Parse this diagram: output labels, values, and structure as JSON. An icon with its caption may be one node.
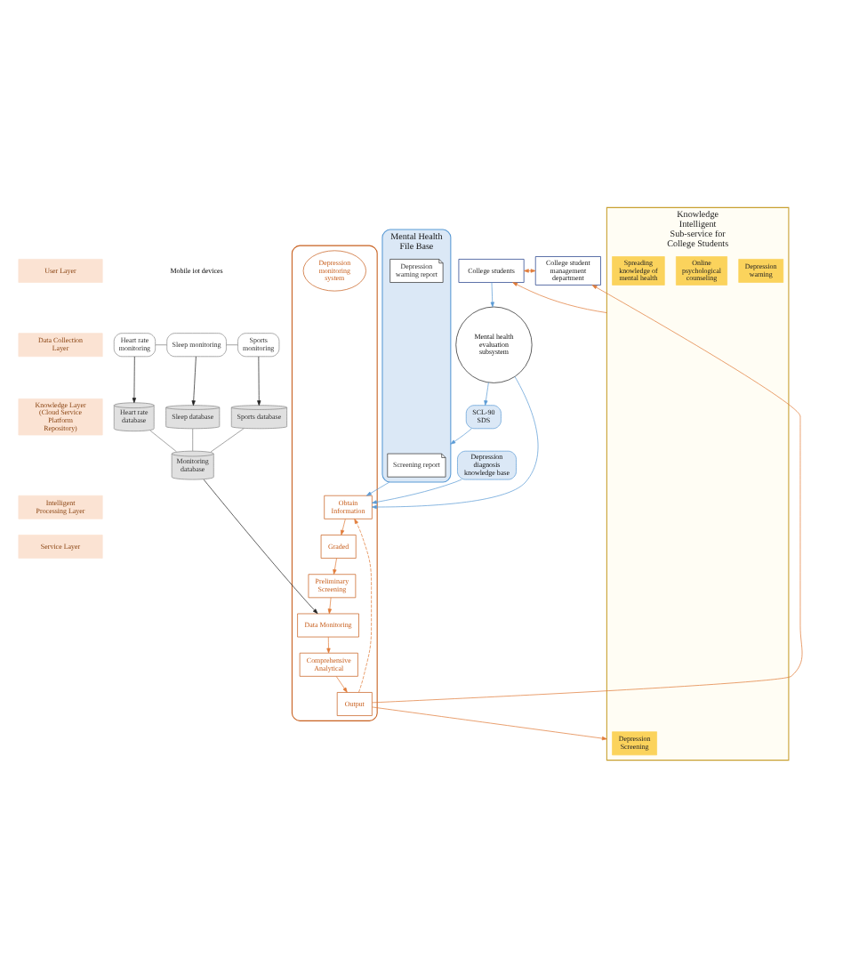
{
  "diagram": {
    "nodes": [
      {
        "text": [
          "User Layer"
        ]
      },
      {
        "text": [
          "College student management department"
        ]
      },
      {
        "text": [
          "College students"
        ]
      },
      {
        "text": [
          "Data Collection Layer"
        ]
      },
      {
        "text": [
          "Heart rate monitoring"
        ]
      },
      {
        "text": [
          "Sleep monitoring"
        ]
      },
      {
        "text": [
          "Sports monitoring"
        ]
      },
      {
        "text": [
          "Mental health evaluation subsystem"
        ]
      },
      {
        "text": [
          "SCL-90",
          "SDS"
        ]
      },
      {
        "text": [
          "Knowledge Layer (Cloud Service Platform Repository)"
        ]
      },
      {
        "text": [
          "Heart rate database"
        ]
      },
      {
        "text": [
          "Sleep database"
        ]
      },
      {
        "text": [
          "Sports database"
        ]
      },
      {
        "text": [
          "Monitoring database"
        ]
      },
      {
        "text": [
          "Depression diagnosis knowledge base"
        ]
      },
      {
        "text": [
          "Mental Health File Base"
        ]
      },
      {
        "text": [
          "Screening report"
        ],
        "in": 15
      },
      {
        "text": [
          "Depression warning report"
        ],
        "in": 15
      },
      {
        "text": [
          "Intelligent Processing Layer"
        ]
      },
      {
        "text": [],
        "shape": "ellipse"
      },
      {
        "text": [
          "Depression monitoring system"
        ],
        "in": 19
      },
      {
        "text": [
          "Preliminary Screening"
        ],
        "in": 19
      },
      {
        "text": [
          "Graded"
        ],
        "in": 19
      },
      {
        "text": [
          "Data Monitoring"
        ],
        "in": 19
      },
      {
        "text": [
          "Obtain Information"
        ],
        "in": 19
      },
      {
        "text": [
          "Comprehensive Analytical"
        ],
        "in": 19
      },
      {
        "text": [
          "Output"
        ],
        "in": 19
      },
      {
        "text": [
          "Service Layer"
        ]
      },
      {
        "text": [
          "Knowledge Intelligent Sub-service for College Students"
        ]
      },
      {
        "text": [
          "Depression Screening"
        ],
        "in": 28
      },
      {
        "text": [
          "Depression warning"
        ],
        "in": 28
      },
      {
        "text": [
          "Online psychological counseling"
        ],
        "in": 28
      },
      {
        "text": [
          "Spreading knowledge of mental health"
        ],
        "in": 28
      }
    ],
    "edges": [
      {
        "from": 1,
        "to": 2,
        "arrow": "both",
        "color": "#e07b39"
      },
      {
        "from": 2,
        "to": 7,
        "arrow": "to",
        "color": "#5b9bd5"
      },
      {
        "from": 7,
        "to": 8,
        "arrow": "to",
        "color": "#5b9bd5"
      },
      {
        "from": 7,
        "to": 24,
        "arrow": "to",
        "color": "#5b9bd5"
      },
      {
        "from": 4,
        "to": 5,
        "arrow": "none",
        "color": "#808080"
      },
      {
        "from": 5,
        "to": 6,
        "arrow": "none",
        "color": "#808080"
      },
      {
        "from": 4,
        "to": 10,
        "arrow": "to",
        "color": "#222222"
      },
      {
        "from": 5,
        "to": 11,
        "arrow": "to",
        "color": "#222222"
      },
      {
        "from": 6,
        "to": 12,
        "arrow": "to",
        "color": "#222222"
      },
      {
        "from": 10,
        "to": 13,
        "arrow": "none",
        "color": "#808080"
      },
      {
        "from": 11,
        "to": 13,
        "arrow": "none",
        "color": "#808080"
      },
      {
        "from": 12,
        "to": 13,
        "arrow": "none",
        "color": "#808080"
      },
      {
        "from": 8,
        "to": 15,
        "arrow": "to",
        "color": "#5b9bd5"
      },
      {
        "from": 14,
        "to": 24,
        "arrow": "to",
        "color": "#5b9bd5"
      },
      {
        "from": 15,
        "to": 24,
        "arrow": "to",
        "color": "#5b9bd5"
      },
      {
        "from": 13,
        "to": 23,
        "arrow": "to",
        "color": "#222222"
      },
      {
        "from": 22,
        "to": 21,
        "arrow": "to",
        "color": "#e07b39"
      },
      {
        "from": 21,
        "to": 23,
        "arrow": "to",
        "color": "#e07b39"
      },
      {
        "from": 23,
        "to": 25,
        "arrow": "to",
        "color": "#e07b39"
      },
      {
        "from": 25,
        "to": 26,
        "arrow": "to",
        "color": "#e07b39"
      },
      {
        "from": 26,
        "to": 24,
        "arrow": "to",
        "style": "dashed",
        "color": "#e07b39"
      },
      {
        "from": 24,
        "to": 22,
        "arrow": "to",
        "color": "#e07b39"
      },
      {
        "from": 26,
        "to": 28,
        "arrow": "to",
        "color": "#e07b39"
      },
      {
        "from": 26,
        "to": 1,
        "arrow": "to",
        "color": "#e07b39"
      },
      {
        "from": 28,
        "to": 2,
        "arrow": "to",
        "color": "#e07b39"
      }
    ],
    "labels": [
      "Mobile iot devices"
    ]
  }
}
